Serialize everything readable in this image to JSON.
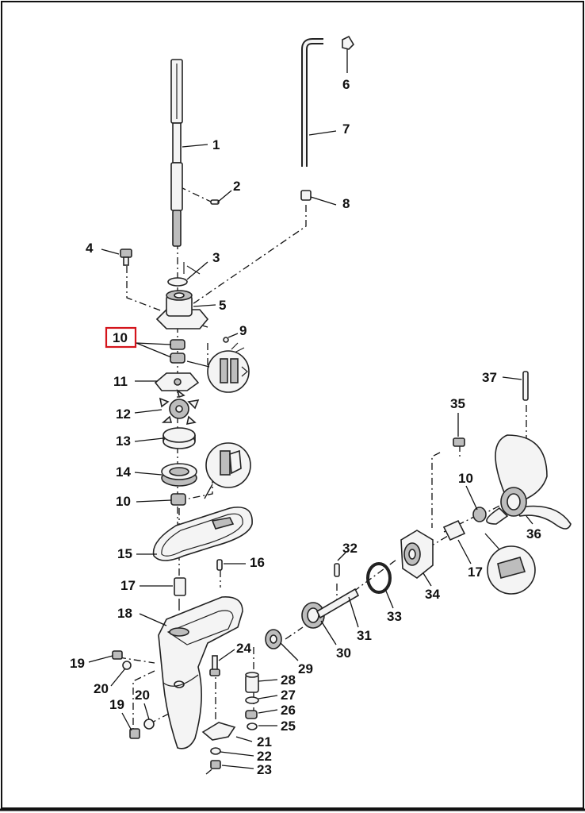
{
  "diagram": {
    "callouts": [
      {
        "id": "c1",
        "text": "1"
      },
      {
        "id": "c2",
        "text": "2"
      },
      {
        "id": "c3",
        "text": "3"
      },
      {
        "id": "c4",
        "text": "4"
      },
      {
        "id": "c5",
        "text": "5"
      },
      {
        "id": "c6",
        "text": "6"
      },
      {
        "id": "c7",
        "text": "7"
      },
      {
        "id": "c8",
        "text": "8"
      },
      {
        "id": "c9",
        "text": "9"
      },
      {
        "id": "c10a",
        "text": "10"
      },
      {
        "id": "c10b",
        "text": "10"
      },
      {
        "id": "c10c",
        "text": "10"
      },
      {
        "id": "c11",
        "text": "11"
      },
      {
        "id": "c12",
        "text": "12"
      },
      {
        "id": "c13",
        "text": "13"
      },
      {
        "id": "c14",
        "text": "14"
      },
      {
        "id": "c15",
        "text": "15"
      },
      {
        "id": "c16",
        "text": "16"
      },
      {
        "id": "c17a",
        "text": "17"
      },
      {
        "id": "c17b",
        "text": "17"
      },
      {
        "id": "c18",
        "text": "18"
      },
      {
        "id": "c19a",
        "text": "19"
      },
      {
        "id": "c19b",
        "text": "19"
      },
      {
        "id": "c20a",
        "text": "20"
      },
      {
        "id": "c20b",
        "text": "20"
      },
      {
        "id": "c21",
        "text": "21"
      },
      {
        "id": "c22",
        "text": "22"
      },
      {
        "id": "c23",
        "text": "23"
      },
      {
        "id": "c24",
        "text": "24"
      },
      {
        "id": "c25",
        "text": "25"
      },
      {
        "id": "c26",
        "text": "26"
      },
      {
        "id": "c27",
        "text": "27"
      },
      {
        "id": "c28",
        "text": "28"
      },
      {
        "id": "c29",
        "text": "29"
      },
      {
        "id": "c30",
        "text": "30"
      },
      {
        "id": "c31",
        "text": "31"
      },
      {
        "id": "c32",
        "text": "32"
      },
      {
        "id": "c33",
        "text": "33"
      },
      {
        "id": "c34",
        "text": "34"
      },
      {
        "id": "c35",
        "text": "35"
      },
      {
        "id": "c36",
        "text": "36"
      },
      {
        "id": "c37",
        "text": "37"
      }
    ],
    "highlighted_callout": "10",
    "highlight_color": "#d4141b",
    "line_color": "#111111"
  }
}
